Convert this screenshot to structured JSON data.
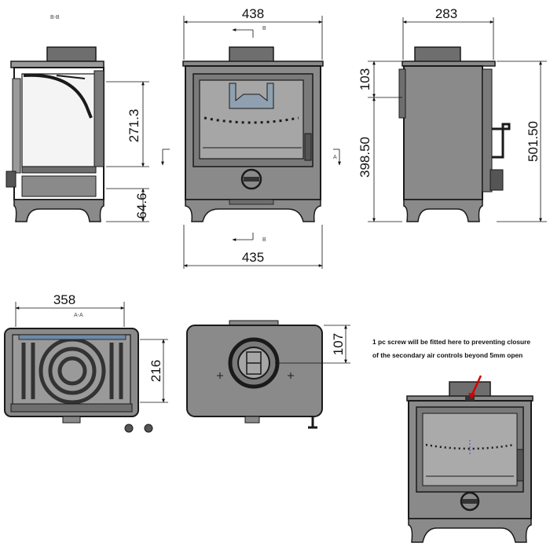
{
  "drawing": {
    "section_label_bb": "B-B",
    "section_label_aa": "A-A",
    "section_mark_b": "B",
    "section_mark_a": "A",
    "dims": {
      "front_width_top": "438",
      "front_width_bottom": "435",
      "side_depth": "283",
      "section_height_upper": "271.3",
      "section_height_lower": "64.6",
      "side_flue_height": "103",
      "side_height_inner": "398.50",
      "side_height_total": "501.50",
      "base_width": "358",
      "base_depth": "216",
      "top_flue_offset": "107"
    },
    "note": {
      "line1": "1 pc screw will be fitted here to preventing closure",
      "line2": "of the secondary air controls beyond 5mm open"
    },
    "colors": {
      "body": "#8a8a8a",
      "body_dark": "#6e6e6e",
      "outline": "#1a1a1a",
      "window": "#aaaaaa",
      "arrow_red": "#d40000"
    }
  }
}
